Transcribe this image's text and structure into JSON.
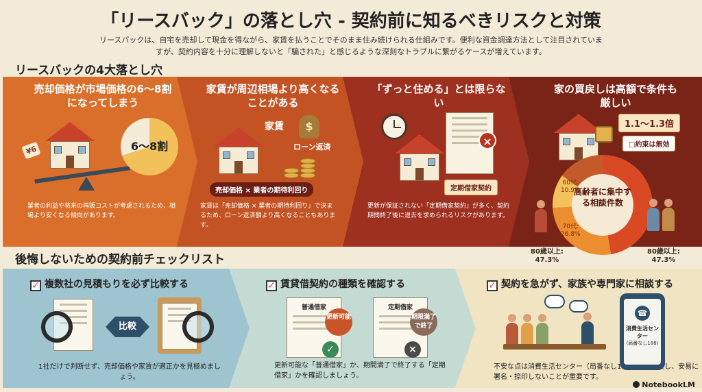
{
  "title": "「リースバック」の落とし穴 - 契約前に知るべきリスクと対策",
  "intro": "リースバックは、自宅を売却して現金を得ながら、家賃を払うことでそのまま住み続けられる仕組みです。便利な資金調達方法として注目されていますが、契約内容を十分に理解しないと「騙された」と感じるような深刻なトラブルに繋がるケースが増えています。",
  "pitfalls_heading": "リースバックの4大落とし穴",
  "pitfalls": [
    {
      "title": "売却価格が市場価格の6〜8割になってしまう",
      "badge": "6〜8割",
      "price_tag": "¥6",
      "body": "業者の利益や将来の再販コストが考慮されるため、相場より安くなる傾向があります。"
    },
    {
      "title": "家賃が周辺相場より高くなることがある",
      "rent_label": "家賃",
      "loan_label": "ローン返済",
      "formula": "売却価格 × 業者の期待利回り",
      "body": "家賃は「売却価格 × 業者の期待利回り」で決まるため、ローン返済額より高くなることもあります。"
    },
    {
      "title": "「ずっと住める」とは限らない",
      "contract_label": "定期借家契約",
      "body": "更新が保証されない「定期借家契約」が多く、契約期間終了後に退去を求められるリスクがあります。"
    },
    {
      "title": "家の買戻しは高額で条件も厳しい",
      "multiplier": "1.1〜1.3倍",
      "promise": "□約束は無効",
      "center_label": "高齢者に集中する相談件数",
      "segments": [
        {
          "label": "60代:",
          "value": "10.9%"
        },
        {
          "label": "70代:",
          "value": "26.8%"
        },
        {
          "label": "80歳以上:",
          "value": "47.3%"
        },
        {
          "label": "80歳以上:",
          "value": "47.3%"
        }
      ]
    }
  ],
  "checklist_heading": "後悔しないための契約前チェックリスト",
  "checklist": [
    {
      "title": "複数社の見積もりを必ず比較する",
      "compare_label": "比較",
      "body": "1社だけで判断せず、売却価格や家賃が適正かを見極めましょう。"
    },
    {
      "title": "賃貸借契約の種類を確認する",
      "doc1": "普通借家",
      "doc2": "定期借家",
      "seal1": "更新可能",
      "seal2": "期限満了で終了",
      "body": "更新可能な「普通借家」か、期間満了で終了する「定期借家」かを確認しましょう。"
    },
    {
      "title": "契約を急がず、家族や専門家に相談する",
      "phone_label": "消費生活センター",
      "phone_number": "(局番なし188)",
      "body": "不安な点は消費生活センター（局番なし188）等に相談し、安易に署名・捺印しないことが重要です。"
    }
  ],
  "brand": "NotebookLM"
}
